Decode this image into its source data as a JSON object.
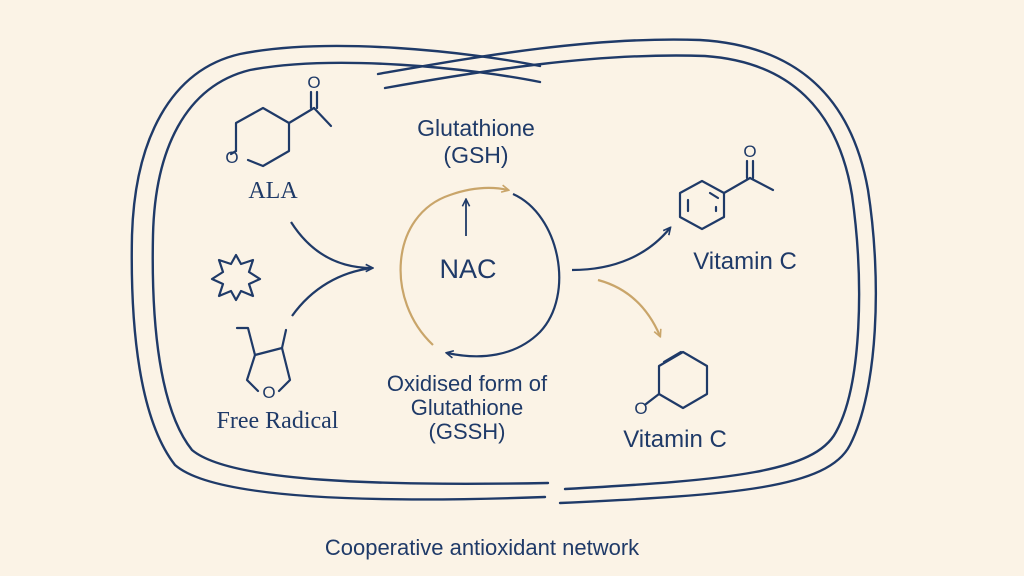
{
  "labels": {
    "ala": "ALA",
    "free_radical": "Free Radical",
    "gsh_line1": "Glutathione",
    "gsh_line2": "(GSH)",
    "nac": "NAC",
    "gssh_line1": "Oxidised form of",
    "gssh_line2": "Glutathione",
    "gssh_line3": "(GSSH)",
    "vitamin_c_top": "Vitamin C",
    "vitamin_c_bottom": "Vitamin C",
    "caption": "Cooperative antioxidant network"
  },
  "atoms": {
    "ala_o_carbonyl": "O",
    "ala_o_ring": "O",
    "fr_o_ring": "O",
    "vc_top_o": "O",
    "vc_bottom_o": "O"
  },
  "colors": {
    "background": "#fbf3e6",
    "ink": "#1f3a68",
    "gold": "#c9a56a"
  }
}
